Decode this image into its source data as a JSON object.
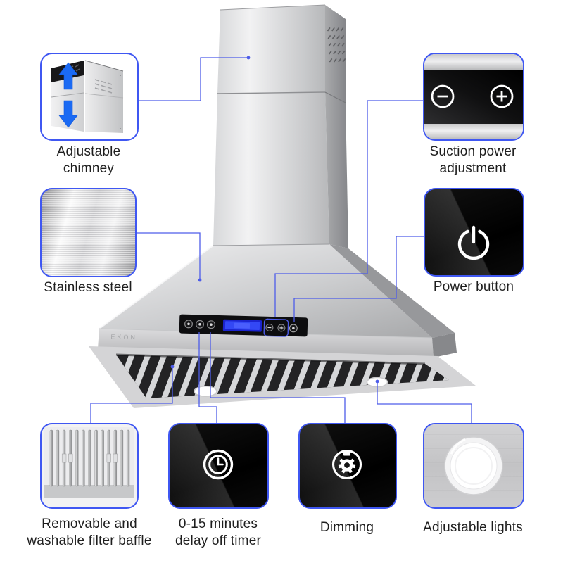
{
  "colors": {
    "callout_border": "#3f57f2",
    "connector_line": "#4d5ce9",
    "label_text": "#1e1e1e",
    "arrow_blue": "#1b6af3",
    "lcd_blue": "#3348f5",
    "steel_light": "#f2f2f3",
    "steel_shadow": "#8e8f92",
    "panel_black": "#0d0d0f"
  },
  "product": {
    "brand_text": "EKON",
    "control_panel": {
      "display": "blue LCD display",
      "buttons": [
        "light-button",
        "timer-button",
        "dimmer-button",
        "minus-button",
        "plus-button",
        "power-button"
      ]
    }
  },
  "callouts": [
    {
      "id": "adjustable-chimney",
      "label": "Adjustable chimney",
      "icons": [
        "up-arrow-icon",
        "down-arrow-icon"
      ]
    },
    {
      "id": "suction-power-adjustment",
      "label": "Suction power adjustment",
      "icons": [
        "minus-icon",
        "plus-icon"
      ]
    },
    {
      "id": "stainless-steel",
      "label": "Stainless steel",
      "icons": []
    },
    {
      "id": "power-button",
      "label": "Power button",
      "icons": [
        "power-icon"
      ]
    },
    {
      "id": "removable-filter",
      "label": "Removable and washable filter baffle",
      "icons": [
        "baffle-filter-image"
      ]
    },
    {
      "id": "delay-off-timer",
      "label": "0-15 minutes delay off timer",
      "icons": [
        "clock-icon"
      ]
    },
    {
      "id": "dimming",
      "label": "Dimming",
      "icons": [
        "dimmer-gear-icon"
      ]
    },
    {
      "id": "adjustable-lights",
      "label": "Adjustable lights",
      "icons": [
        "ring-light-image"
      ]
    }
  ]
}
